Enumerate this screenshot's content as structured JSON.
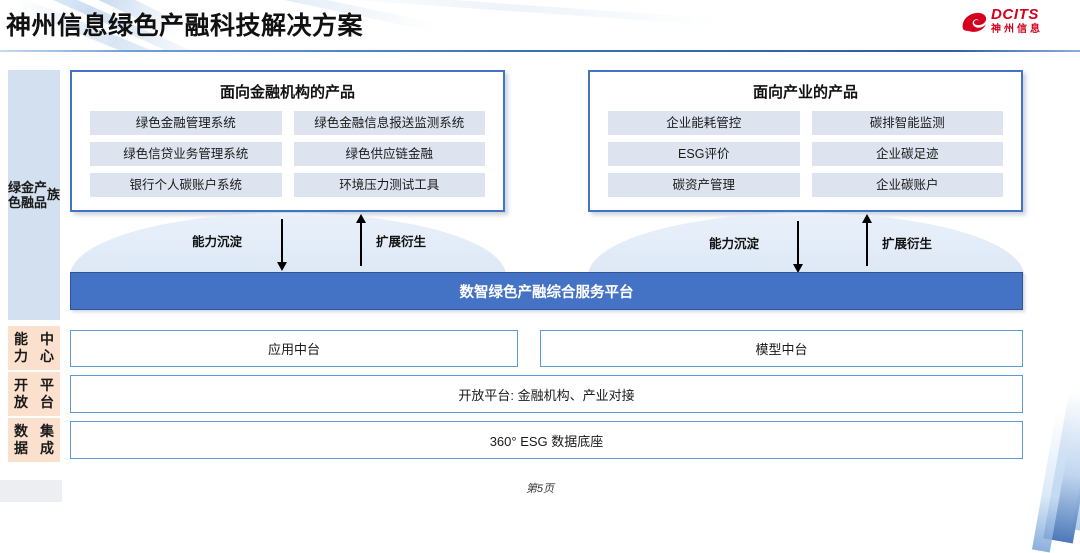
{
  "header": {
    "title": "神州信息绿色产融科技解决方案",
    "logo": {
      "en": "DCITS",
      "cn": "神州信息",
      "icon": "dcits-swoosh-icon",
      "color": "#d4001e"
    }
  },
  "sidebar": {
    "items": [
      {
        "id": "green-finance-family",
        "label": "绿色\n金融\n产品\n族",
        "color": "#d3e0f0"
      },
      {
        "id": "capability-center",
        "label": "能力\n中心",
        "color": "#fbe1cd"
      },
      {
        "id": "open-platform",
        "label": "开放\n平台",
        "color": "#fbe1cd"
      },
      {
        "id": "data-integration",
        "label": "数据\n集成",
        "color": "#fbe1cd"
      }
    ]
  },
  "panels": [
    {
      "id": "financial-institutions",
      "title": "面向金融机构的产品",
      "items": [
        "绿色金融管理系统",
        "绿色金融信息报送监测系统",
        "绿色信贷业务管理系统",
        "绿色供应链金融",
        "银行个人碳账户系统",
        "环境压力测试工具"
      ]
    },
    {
      "id": "industry",
      "title": "面向产业的产品",
      "items": [
        "企业能耗管控",
        "碳排智能监测",
        "ESG评价",
        "企业碳足迹",
        "碳资产管理",
        "企业碳账户"
      ]
    }
  ],
  "flows": [
    {
      "id": "left-precipitate",
      "label": "能力沉淀",
      "direction": "down"
    },
    {
      "id": "left-extend",
      "label": "扩展衍生",
      "direction": "up"
    },
    {
      "id": "right-precipitate",
      "label": "能力沉淀",
      "direction": "down"
    },
    {
      "id": "right-extend",
      "label": "扩展衍生",
      "direction": "up"
    }
  ],
  "platform": {
    "label": "数智绿色产融综合服务平台",
    "color": "#4472c4"
  },
  "layers": {
    "capability": [
      {
        "id": "application-middle-platform",
        "label": "应用中台"
      },
      {
        "id": "model-middle-platform",
        "label": "模型中台"
      }
    ],
    "open": {
      "id": "open-platform-row",
      "label": "开放平台: 金融机构、产业对接"
    },
    "data": {
      "id": "data-foundation-row",
      "label": "360° ESG 数据底座"
    }
  },
  "footer": {
    "page": "第5页"
  }
}
